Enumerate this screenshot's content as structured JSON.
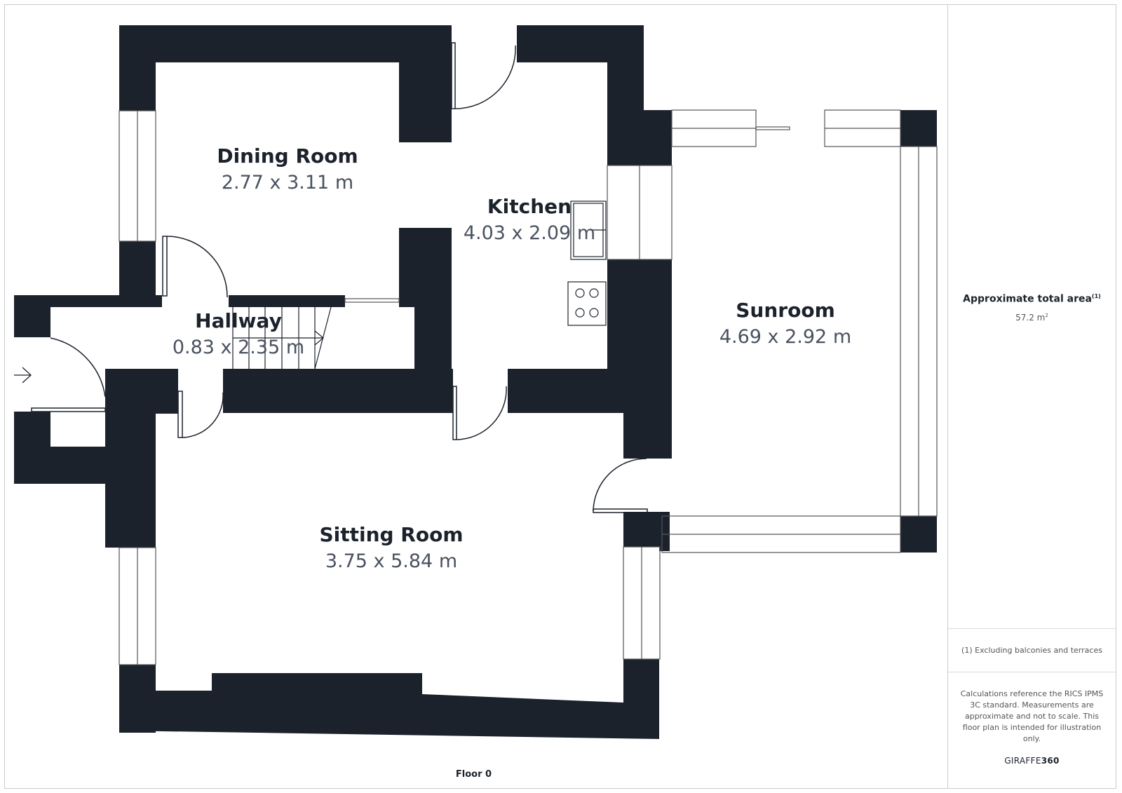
{
  "plan": {
    "floor_label": "Floor 0",
    "wall_color": "#1c222c",
    "rooms": [
      {
        "name": "Dining Room",
        "dimensions": "2.77 x 3.11 m"
      },
      {
        "name": "Kitchen",
        "dimensions": "4.03 x 2.09 m"
      },
      {
        "name": "Hallway",
        "dimensions": "0.83 x 2.35 m"
      },
      {
        "name": "Sunroom",
        "dimensions": "4.69 x 2.92 m"
      },
      {
        "name": "Sitting Room",
        "dimensions": "3.75 x 5.84 m"
      }
    ],
    "entrance_icon": "arrow-right-icon"
  },
  "sidebar": {
    "area_title": "Approximate total area",
    "area_footnote_mark": "(1)",
    "area_value": "57.2 m",
    "area_unit_sup": "2",
    "footnote": "(1) Excluding balconies and terraces",
    "disclaimer": "Calculations reference the RICS IPMS 3C standard. Measurements are approximate and not to scale. This floor plan is intended for illustration only.",
    "brand_light": "GIRAFFE",
    "brand_bold": "360"
  }
}
